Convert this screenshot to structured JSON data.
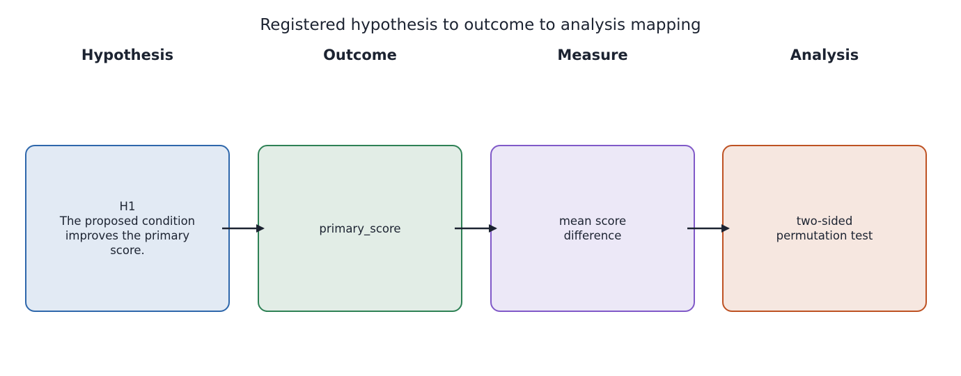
{
  "title": "Registered hypothesis to outcome to analysis mapping",
  "columns": [
    {
      "header": "Hypothesis",
      "text": "H1\nThe proposed condition\nimproves the primary\nscore.",
      "border_color": "#2e67ab",
      "fill_color": "#e2eaf4"
    },
    {
      "header": "Outcome",
      "text": "primary_score",
      "border_color": "#2e8155",
      "fill_color": "#e2ede6"
    },
    {
      "header": "Measure",
      "text": "mean score\ndifference",
      "border_color": "#8059c8",
      "fill_color": "#ece8f7"
    },
    {
      "header": "Analysis",
      "text": "two-sided\npermutation test",
      "border_color": "#be5223",
      "fill_color": "#f6e7e0"
    }
  ],
  "arrow_color": "#1c2331"
}
